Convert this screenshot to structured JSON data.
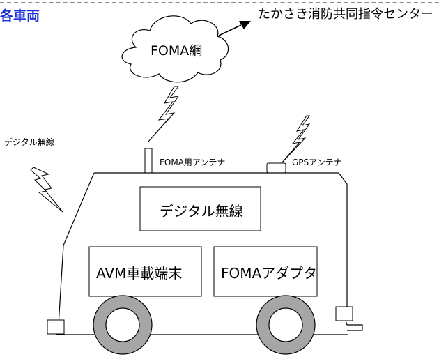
{
  "header": {
    "title": "各車両",
    "destination": "たかさき消防共同指令センター"
  },
  "network": {
    "cloud_label": "FOMA網"
  },
  "antennas": {
    "foma_label": "FOMA用アンテナ",
    "gps_label": "GPSアンテナ"
  },
  "radio": {
    "external_label": "デジタル無線"
  },
  "vehicle": {
    "radio_box": "デジタル無線",
    "avm_box": "AVM車載端末",
    "adapter_box": "FOMAアダプタ"
  },
  "colors": {
    "title": "#1a2fd6",
    "wheel": "#a6a6a6",
    "line": "#000000"
  }
}
